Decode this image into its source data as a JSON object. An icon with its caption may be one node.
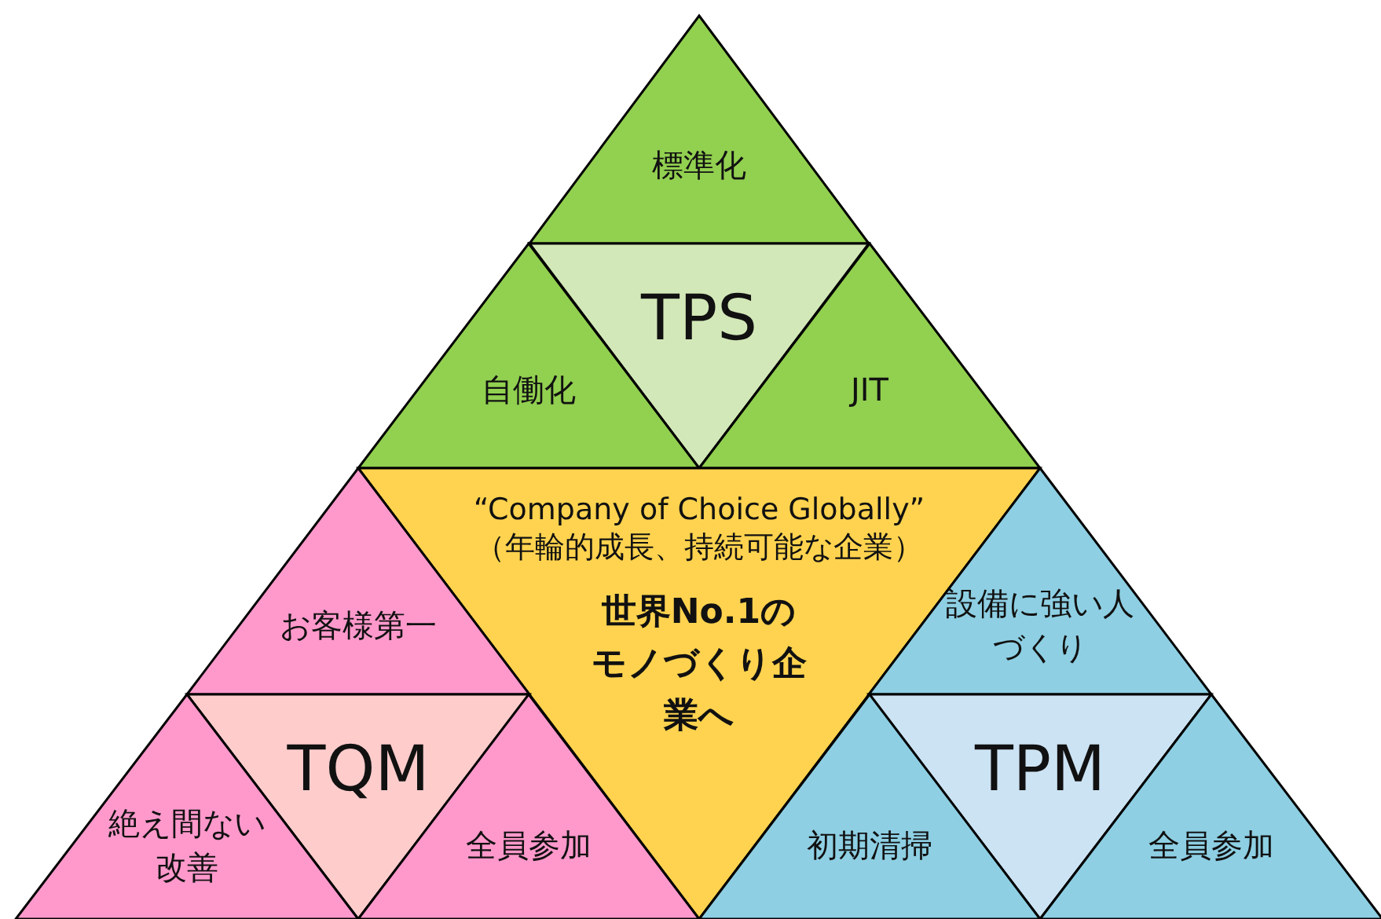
{
  "diagram": {
    "nodes": [
      {
        "text": [
          "標準化"
        ]
      },
      {
        "text": [
          "TPS"
        ]
      },
      {
        "text": [
          "自働化"
        ]
      },
      {
        "text": [
          "JIT"
        ]
      },
      {
        "text": [
          "“Company of Choice Globally”",
          "（年輪的成長、持続可能な企業）",
          "世界No.1のモノづくり企業へ"
        ]
      },
      {
        "text": [
          "お客様第一"
        ]
      },
      {
        "text": [
          "TQM"
        ]
      },
      {
        "text": [
          "絶え間ない改善"
        ]
      },
      {
        "text": [
          "全員参加"
        ]
      },
      {
        "text": [
          "設備に強い人づくり"
        ]
      },
      {
        "text": [
          "TPM"
        ]
      },
      {
        "text": [
          "初期清掃"
        ]
      },
      {
        "text": [
          "全員参加"
        ]
      }
    ]
  }
}
